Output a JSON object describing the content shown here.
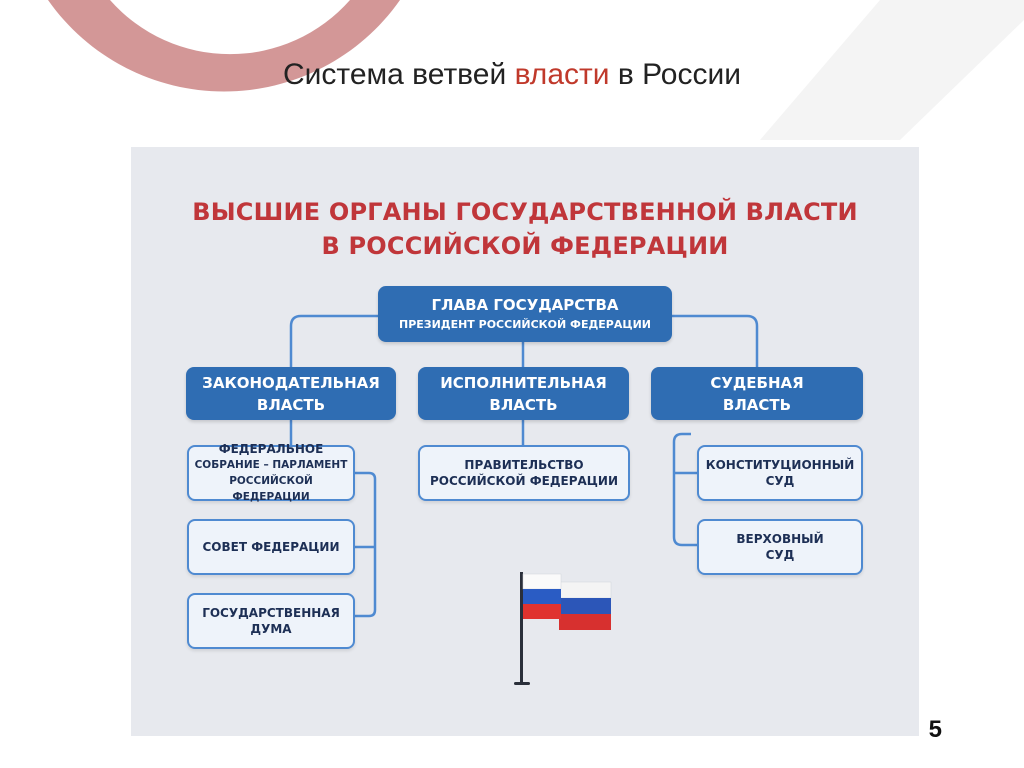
{
  "slide": {
    "title_part1": "Система ветвей ",
    "title_accent": "власти",
    "title_part2": " в России",
    "page_number": "5"
  },
  "diagram": {
    "heading_line1": "ВЫСШИЕ ОРГАНЫ ГОСУДАРСТВЕННОЙ ВЛАСТИ",
    "heading_line2": "В РОССИЙСКОЙ ФЕДЕРАЦИИ",
    "head": {
      "title": "ГЛАВА ГОСУДАРСТВА",
      "subtitle": "ПРЕЗИДЕНТ РОССИЙСКОЙ ФЕДЕРАЦИИ"
    },
    "branches": {
      "legislative": {
        "line1": "ЗАКОНОДАТЕЛЬНАЯ",
        "line2": "ВЛАСТЬ"
      },
      "executive": {
        "line1": "ИСПОЛНИТЕЛЬНАЯ",
        "line2": "ВЛАСТЬ"
      },
      "judicial": {
        "line1": "СУДЕБНАЯ",
        "line2": "ВЛАСТЬ"
      }
    },
    "organs": {
      "federal_assembly": {
        "line1": "ФЕДЕРАЛЬНОЕ",
        "line2": "СОБРАНИЕ – ПАРЛАМЕНТ",
        "line3": "РОССИЙСКОЙ ФЕДЕРАЦИИ"
      },
      "federation_council": {
        "line1": "СОВЕТ ФЕДЕРАЦИИ"
      },
      "state_duma": {
        "line1": "ГОСУДАРСТВЕННАЯ",
        "line2": "ДУМА"
      },
      "government": {
        "line1": "ПРАВИТЕЛЬСТВО",
        "line2": "РОССИЙСКОЙ ФЕДЕРАЦИИ"
      },
      "constitutional_court": {
        "line1": "КОНСТИТУЦИОННЫЙ",
        "line2": "СУД"
      },
      "supreme_court": {
        "line1": "ВЕРХОВНЫЙ",
        "line2": "СУД"
      }
    },
    "colors": {
      "branch_blue": "#2f6db3",
      "heading_red": "#c0363a",
      "panel_gray": "#e7e9ee",
      "deco_rose": "#d19191"
    },
    "icons": [
      "russian-flag-icon"
    ]
  }
}
